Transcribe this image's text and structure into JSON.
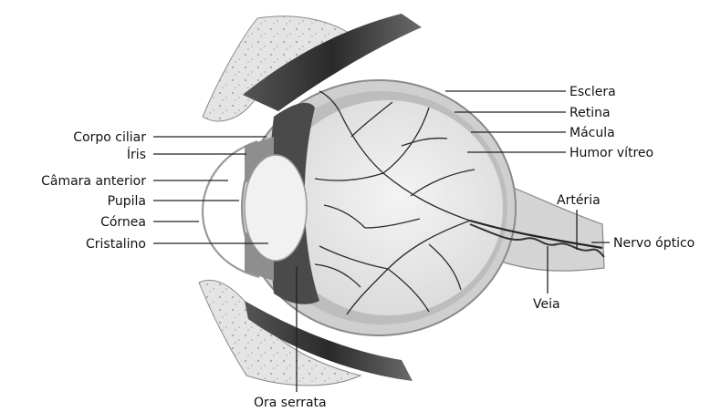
{
  "diagram": {
    "labels": {
      "corpo_ciliar": "Corpo ciliar",
      "iris": "Íris",
      "camara_anterior": "Câmara anterior",
      "pupila": "Pupila",
      "cornea": "Córnea",
      "cristalino": "Cristalino",
      "esclera": "Esclera",
      "retina": "Retina",
      "macula": "Mácula",
      "humor_vitreo": "Humor vítreo",
      "arteria": "Artéria",
      "nervo_optico": "Nervo óptico",
      "veia": "Veia",
      "ora_serrata": "Ora serrata"
    }
  }
}
